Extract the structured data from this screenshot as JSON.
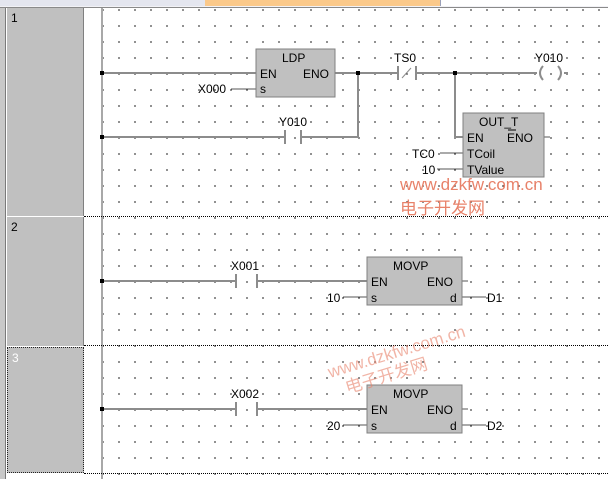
{
  "tabs": [
    {
      "label": ""
    },
    {
      "label": "",
      "active": true
    },
    {
      "label": ""
    }
  ],
  "rungs": [
    {
      "number": "1",
      "selected": false,
      "elements": {
        "ldp_block": {
          "name": "LDP",
          "en": "EN",
          "eno": "ENO",
          "s": "s",
          "s_input": "X000"
        },
        "parallel_contact": {
          "device": "Y010",
          "type": "normally-open"
        },
        "series_contact": {
          "device": "TS0",
          "type": "normally-closed"
        },
        "output_coil": {
          "device": "Y010"
        },
        "out_t_block": {
          "name": "OUT_T",
          "en": "EN",
          "eno": "ENO",
          "tcoil": "TCoil",
          "tvalue": "TValue",
          "tcoil_input": "TC0",
          "tvalue_input": "10"
        }
      }
    },
    {
      "number": "2",
      "selected": false,
      "elements": {
        "contact": {
          "device": "X001",
          "type": "normally-open"
        },
        "movp_block": {
          "name": "MOVP",
          "en": "EN",
          "eno": "ENO",
          "s": "s",
          "d": "d",
          "s_input": "10",
          "d_output": "D1"
        }
      }
    },
    {
      "number": "3",
      "selected": true,
      "elements": {
        "contact": {
          "device": "X002",
          "type": "normally-open"
        },
        "movp_block": {
          "name": "MOVP",
          "en": "EN",
          "eno": "ENO",
          "s": "s",
          "d": "d",
          "s_input": "20",
          "d_output": "D2"
        }
      }
    }
  ],
  "watermarks": [
    {
      "url": "www.dzkfw.com.cn",
      "text": "电子开发网"
    },
    {
      "url": "www.dzkfw.com.cn",
      "text": "电子开发网"
    }
  ],
  "colors": {
    "block_fill": "#c0c0c0",
    "watermark": "#e8826a",
    "active_tab": "#fbc98a"
  }
}
